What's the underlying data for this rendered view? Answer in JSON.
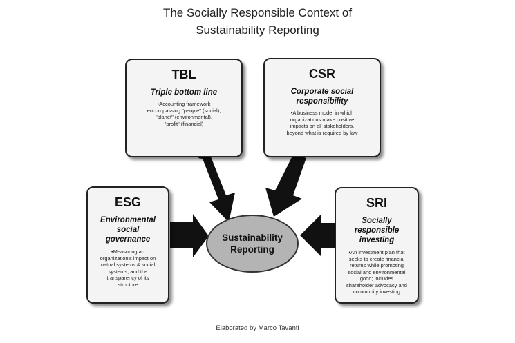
{
  "title": {
    "line1": "The Socially Responsible Context of",
    "line2": "Sustainability Reporting"
  },
  "center": {
    "line1": "Sustainability",
    "line2": "Reporting",
    "fill_color": "#b4b4b4"
  },
  "boxes": {
    "tbl": {
      "abbr": "TBL",
      "full": [
        "Triple bottom line"
      ],
      "desc": [
        "•Accounting framework",
        "encompassing \"people\" (social),",
        "\"planet\" (environmental),",
        "\"profit\" (financial)"
      ]
    },
    "csr": {
      "abbr": "CSR",
      "full": [
        "Corporate social",
        "responsibility"
      ],
      "desc": [
        "•A business model in which",
        "organizations make positive",
        "impacts on all stakeholders,",
        "beyond what is required by law"
      ]
    },
    "esg": {
      "abbr": "ESG",
      "full": [
        "Environmental",
        "social",
        "governance"
      ],
      "desc": [
        "•Measuring an",
        "organization's impact on",
        "natual systems & social",
        "systems, and the",
        "transparency of its",
        "structure"
      ]
    },
    "sri": {
      "abbr": "SRI",
      "full": [
        "Socially",
        "responsible",
        "investing"
      ],
      "desc": [
        "•An investment plan that",
        "seeks to create financial",
        "returns while promoting",
        "social and environmental",
        "good; includes",
        "shareholder advocacy and",
        "community investing"
      ]
    }
  },
  "footer": "Elaborated by Marco Tavanti",
  "colors": {
    "arrow": "#111111",
    "box_fill": "#f4f4f4",
    "border": "#222222"
  }
}
